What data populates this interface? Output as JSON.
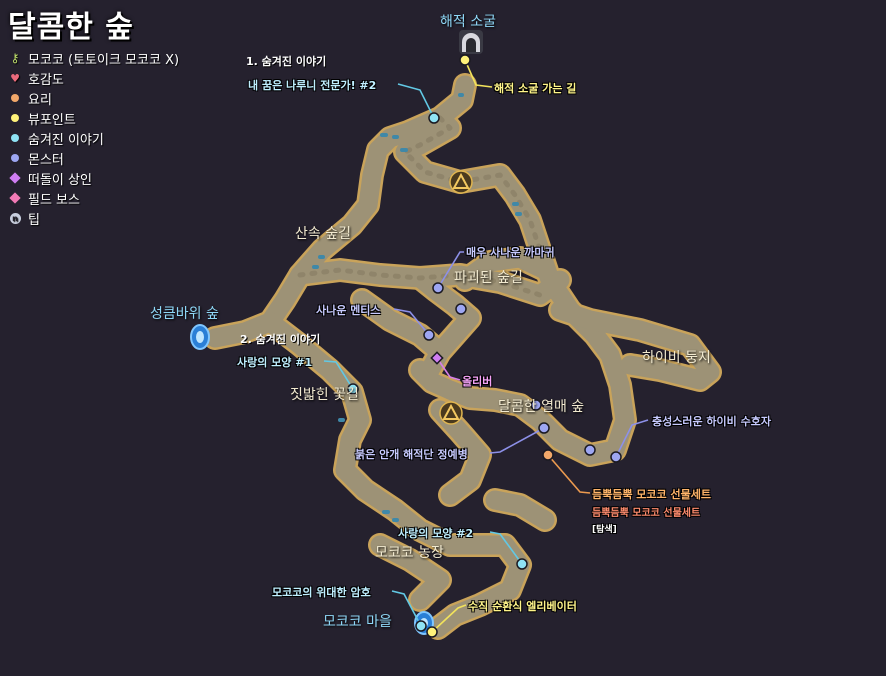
{
  "title": "달콤한 숲",
  "legend": [
    {
      "icon": "key-icon",
      "label": "모코코 (토토이크 모코코 X)",
      "color": "#bfe06a"
    },
    {
      "icon": "heart-icon",
      "label": "호감도",
      "color": "#ea6a7c"
    },
    {
      "icon": "dot-icon",
      "label": "요리",
      "color": "#f2a86a"
    },
    {
      "icon": "dot-icon",
      "label": "뷰포인트",
      "color": "#fff27a"
    },
    {
      "icon": "dot-icon",
      "label": "숨겨진 이야기",
      "color": "#8fe3f5"
    },
    {
      "icon": "dot-icon",
      "label": "몬스터",
      "color": "#9da6f2"
    },
    {
      "icon": "diamond-icon",
      "label": "떠돌이 상인",
      "color": "#cf7df2"
    },
    {
      "icon": "diamond-icon",
      "label": "필드 보스",
      "color": "#f27ab5"
    },
    {
      "icon": "tip-icon",
      "label": "팁",
      "color": "#c9cfdf"
    }
  ],
  "colors": {
    "background": "#25212e",
    "path_fill": "#9d9276",
    "path_stroke": "#d1a75a",
    "line_yellow": "#f2e35b",
    "line_cyan": "#62c8e4",
    "line_violet": "#8d90e8",
    "line_pink": "#d77fe8",
    "line_orange": "#ec9a4f"
  },
  "places": {
    "sea_cave": "해적 소굴",
    "thorn_forest": "성큼바위 숲",
    "mokoko_village": "모코코 마을"
  },
  "areas": {
    "mountain_path": "산속 숲길",
    "ruined_path": "파괴된 숲길",
    "hibi_nest": "하이비 둥지",
    "trampled_flowers": "짓밟힌 꽃길",
    "sweet_fruit_forest": "달콤한 열매 숲",
    "mokoko_farm": "모코코 농장"
  },
  "handnotes": {
    "story1": "1. 숨겨진 이야기",
    "story2": "2. 숨겨진 이야기"
  },
  "labels": {
    "pirate_road": "해적 소굴 가는 길",
    "my_dream": "내 꿈은 나루니 전문가! #2",
    "fierce_crow": "매우 사나운 까마귀",
    "fierce_mantis": "사나운 멘티스",
    "olive": "올리버",
    "love_shape1": "사랑의 모양 #1",
    "red_bandit": "붉은 안개 해적단 정예병",
    "loyal_guardian": "충성스러운 하이비 수호자",
    "gift_set": "듬뿍듬뿍 모코코 선물세트",
    "gift_set_sub": "듬뿍듬뿍 모코코 선물세트",
    "explore": "[탐색]",
    "love_shape2": "사랑의 모양 #2",
    "great_code": "모코코의 위대한 암호",
    "elevator": "수직 순환식 엘리베이터"
  }
}
